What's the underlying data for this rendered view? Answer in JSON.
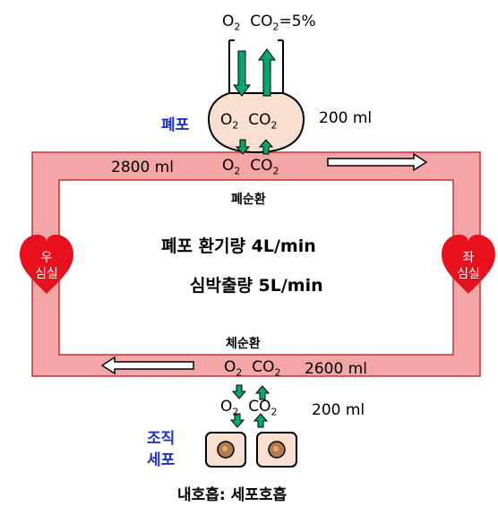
{
  "atmosphere": {
    "o2": "O",
    "co2": "CO",
    "sub": "2",
    "eq": "=5%"
  },
  "lung": {
    "label": "폐포",
    "o2": "O",
    "co2": "CO",
    "sub": "2",
    "volume": "200 ml"
  },
  "pulmonary": {
    "volume": "2800 ml",
    "o2": "O",
    "co2": "CO",
    "sub": "2",
    "label": "폐순환"
  },
  "center": {
    "ventilation": "폐포 환기량 4L/min",
    "cardiac_output": "심박출량 5L/min"
  },
  "right_heart": {
    "line1": "우",
    "line2": "심실"
  },
  "left_heart": {
    "line1": "좌",
    "line2": "심실"
  },
  "systemic": {
    "label": "체순환",
    "o2": "O",
    "co2": "CO",
    "sub": "2",
    "volume": "2600 ml"
  },
  "tissue": {
    "o2": "O",
    "co2": "CO",
    "sub": "2",
    "volume": "200 ml",
    "label_line1": "조직",
    "label_line2": "세포"
  },
  "caption": "내호흡: 세포호흡",
  "colors": {
    "loop_fill": "#f4a6a6",
    "loop_stroke": "#c83232",
    "heart": "#e8101c",
    "lung_fill": "#f8dfd0",
    "cell_fill": "#f8dfd0",
    "nucleus": "#b47a48",
    "arrow_green": "#00a86b",
    "label_blue": "#1a35c8"
  }
}
